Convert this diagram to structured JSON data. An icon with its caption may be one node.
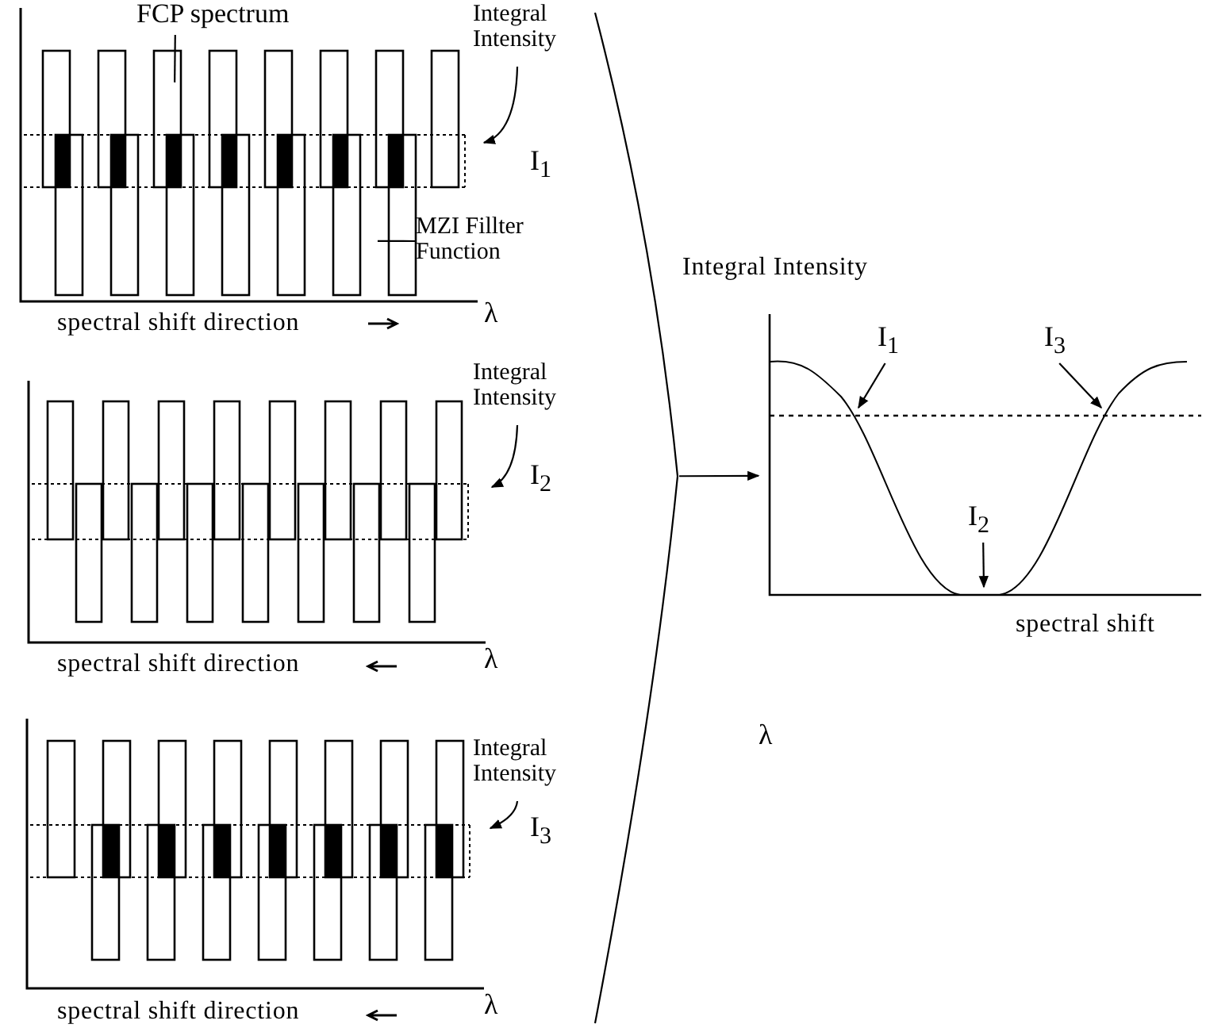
{
  "diagram": {
    "nodes": [
      {
        "text": [],
        "shape": "picture"
      },
      {
        "text": [
          "FCP spectrum"
        ]
      },
      {
        "text": [
          "Integral Intensity"
        ]
      },
      {
        "text": [
          "MZI Fillter Function"
        ]
      },
      {
        "text": [],
        "shape": "picture"
      },
      {
        "text": [
          "Integral Intensity"
        ]
      },
      {
        "text": [],
        "shape": "picture"
      },
      {
        "text": [
          "Integral Intensity"
        ]
      },
      {
        "text": [],
        "shape": "bracket"
      },
      {
        "text": [],
        "shape": "picture"
      },
      {
        "text": [
          "I$_{1}$"
        ],
        "in": 9
      },
      {
        "text": [
          "I$_{2}$"
        ],
        "in": 9
      },
      {
        "text": [
          "I$_{3}$"
        ],
        "in": 9
      }
    ],
    "edges": [
      {
        "from": 8,
        "to": 9,
        "arrow": "to"
      },
      {
        "from": 1,
        "to": 0,
        "arrow": "none"
      },
      {
        "from": 2,
        "to": 0,
        "arrow": "to"
      },
      {
        "from": 3,
        "to": 0,
        "arrow": "none"
      },
      {
        "from": 5,
        "to": 4,
        "arrow": "to"
      },
      {
        "from": 7,
        "to": 6,
        "arrow": "to"
      },
      {
        "from": 10,
        "to": null,
        "arrow": "to"
      },
      {
        "from": 11,
        "to": null,
        "arrow": "to"
      },
      {
        "from": 12,
        "to": null,
        "arrow": "to"
      }
    ],
    "labels": [
      "I$_{1}$",
      "spectral shift direction",
      "λ",
      "I$_{2}$",
      "spectral shift direction",
      "λ",
      "I$_{3}$",
      "spectral shift direction",
      "λ",
      "Integral Intensity",
      "spectral shift",
      "λ"
    ]
  }
}
